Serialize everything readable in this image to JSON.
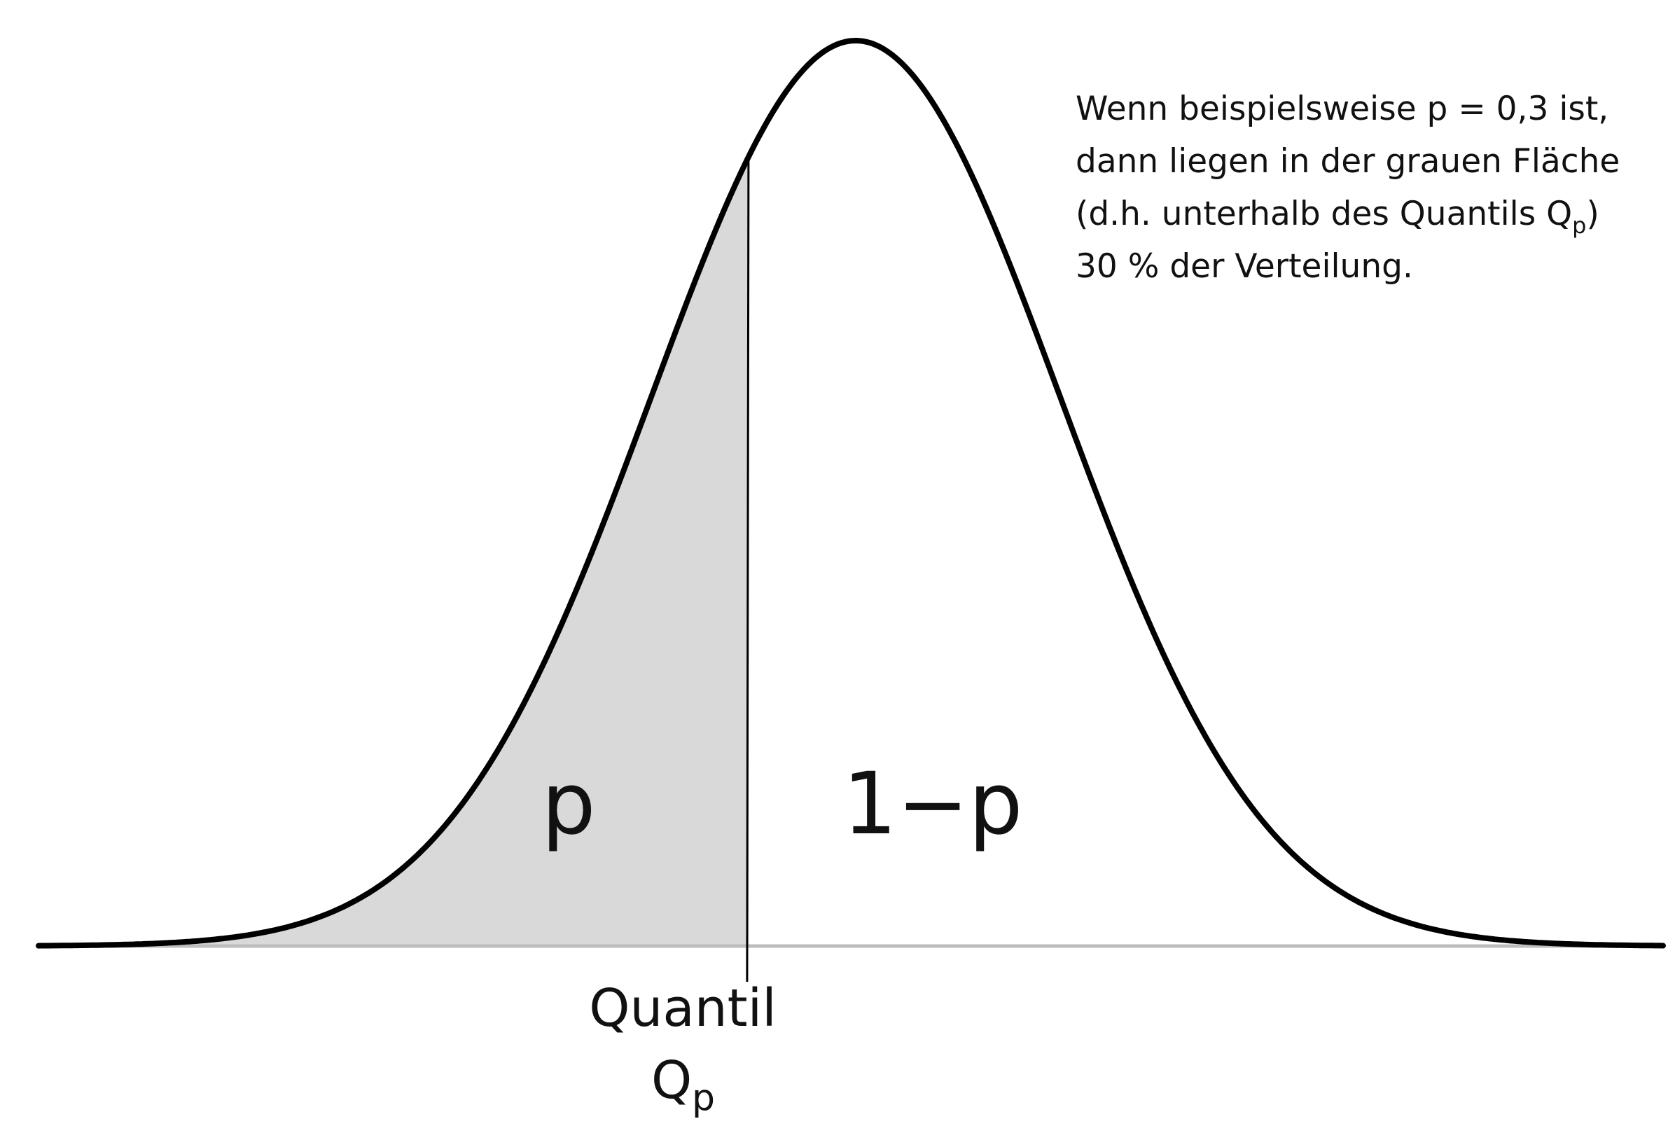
{
  "diagram": {
    "p_label": "p",
    "one_minus_p_label": "1−p",
    "quantile_label": "Quantil",
    "quantile_symbol": "Q",
    "quantile_subscript": "p",
    "shaded_fraction": 0.3,
    "curve_color": "#000000",
    "shade_color": "#d9d9d9",
    "baseline_color": "#bdbdbd"
  },
  "explanation": {
    "line1": "Wenn beispielsweise p = 0,3 ist,",
    "line2": "dann liegen in der grauen Fläche",
    "line3_before": "(d.h. unterhalb des Quantils Q",
    "line3_sub": "p",
    "line3_after": ")",
    "line4": "30 % der Verteilung."
  }
}
